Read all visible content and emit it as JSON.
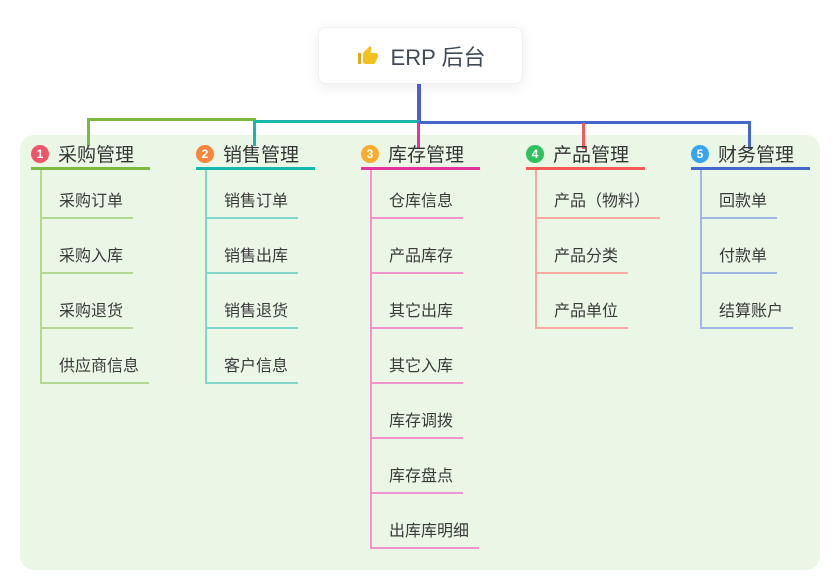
{
  "root": {
    "label": "ERP 后台",
    "icon": "thumbs-up-icon"
  },
  "branches": [
    {
      "number": "1",
      "label": "采购管理",
      "line_color": "#7cb93e",
      "light_color": "#b3d893",
      "badge_color": "#ee5566",
      "children": [
        "采购订单",
        "采购入库",
        "采购退货",
        "供应商信息"
      ]
    },
    {
      "number": "2",
      "label": "销售管理",
      "line_color": "#17b8ab",
      "light_color": "#82d5cb",
      "badge_color": "#f9863c",
      "children": [
        "销售订单",
        "销售出库",
        "销售退货",
        "客户信息"
      ]
    },
    {
      "number": "3",
      "label": "库存管理",
      "line_color": "#e0359c",
      "light_color": "#f194cb",
      "badge_color": "#f9ac2f",
      "children": [
        "仓库信息",
        "产品库存",
        "其它出库",
        "其它入库",
        "库存调拨",
        "库存盘点",
        "出库库明细"
      ]
    },
    {
      "number": "4",
      "label": "产品管理",
      "line_color": "#f55b56",
      "light_color": "#f9a8a4",
      "badge_color": "#2ec15e",
      "children": [
        "产品（物料）",
        "产品分类",
        "产品单位"
      ]
    },
    {
      "number": "5",
      "label": "财务管理",
      "line_color": "#4466ce",
      "light_color": "#9fb6e6",
      "badge_color": "#38a3ee",
      "children": [
        "回款单",
        "付款单",
        "结算账户"
      ]
    }
  ],
  "colors": {
    "stem": "#4f5cd2",
    "panel_bg": "#eaf7e6",
    "canvas_bg": "#ffffff",
    "text": "#3a3a3a"
  }
}
